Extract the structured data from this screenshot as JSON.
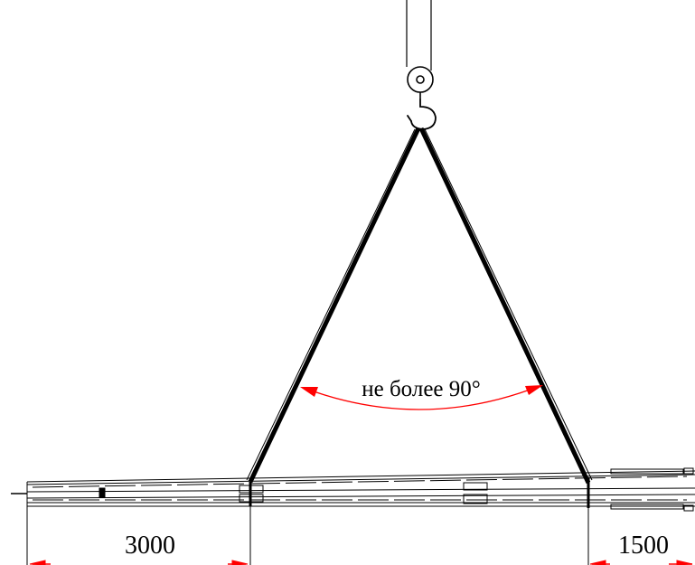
{
  "annotations": {
    "angle_label": "не более 90°",
    "dim_left": "3000",
    "dim_right": "1500"
  },
  "colors": {
    "line": "#000000",
    "arrow": "#ff0000",
    "background": "#ffffff"
  },
  "icons": [
    "crane-pulley-icon",
    "crane-hook-icon"
  ]
}
